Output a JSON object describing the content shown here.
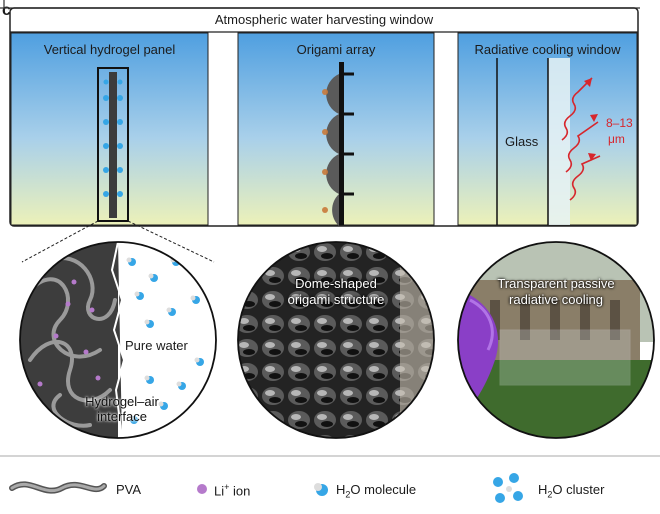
{
  "figure_letter": "c",
  "window_title": "Atmospheric water harvesting window",
  "panels": [
    {
      "label": "Vertical hydrogel panel"
    },
    {
      "label": "Origami array"
    },
    {
      "label": "Radiative cooling window",
      "glass_label": "Glass",
      "wave_label_1": "8–13",
      "wave_label_2": "μm"
    }
  ],
  "circles": [
    {
      "label_right": "Pure water",
      "label_bottom_1": "Hydrogel–air",
      "label_bottom_2": "interface"
    },
    {
      "label_1": "Dome-shaped",
      "label_2": "origami structure"
    },
    {
      "label_1": "Transparent passive",
      "label_2": "radiative cooling"
    }
  ],
  "legend": {
    "pva": "PVA",
    "li_prefix": "Li",
    "li_sup": "+",
    "li_suffix": " ion",
    "h2o_prefix": "H",
    "h2o_sub": "2",
    "h2o_suffix": "O molecule",
    "cluster_prefix": "H",
    "cluster_sub": "2",
    "cluster_suffix": "O cluster"
  },
  "colors": {
    "sky_top": "#4f9fe0",
    "sky_bottom": "#e9f0bd",
    "water_blue": "#36a6e6",
    "li_purple": "#b57acb",
    "wave_red": "#d7262c",
    "hydrogel_dark": "#3d3d3d"
  }
}
